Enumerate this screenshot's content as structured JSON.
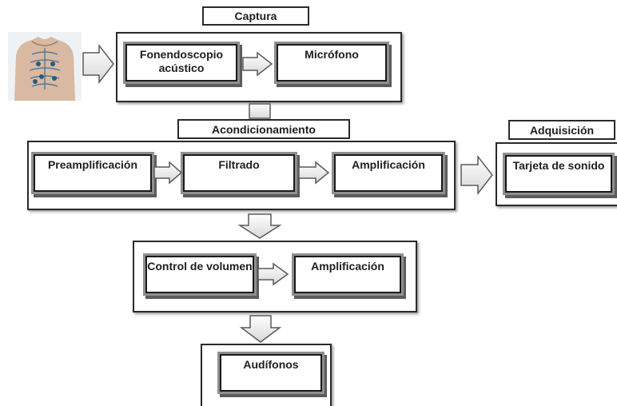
{
  "stages": {
    "captura": {
      "title": "Captura",
      "blocks": [
        "Fonendoscopio acústico",
        "Micrófono"
      ]
    },
    "acondicionamiento": {
      "title": "Acondicionamiento",
      "blocks": [
        "Preamplificación",
        "Filtrado",
        "Amplificación"
      ]
    },
    "adquisicion": {
      "title": "Adquisición",
      "blocks": [
        "Tarjeta de sonido"
      ]
    },
    "salida": {
      "blocks": [
        "Control de volumen",
        "Amplificación"
      ]
    },
    "audifonos": {
      "blocks": [
        "Audífonos"
      ]
    }
  },
  "colors": {
    "line": "#2a2a2a",
    "frame": "#8f8f8f",
    "arrow_fill": "#f4f4f4"
  },
  "icons": [
    "chest-stethoscope-image",
    "hollow-arrow"
  ]
}
